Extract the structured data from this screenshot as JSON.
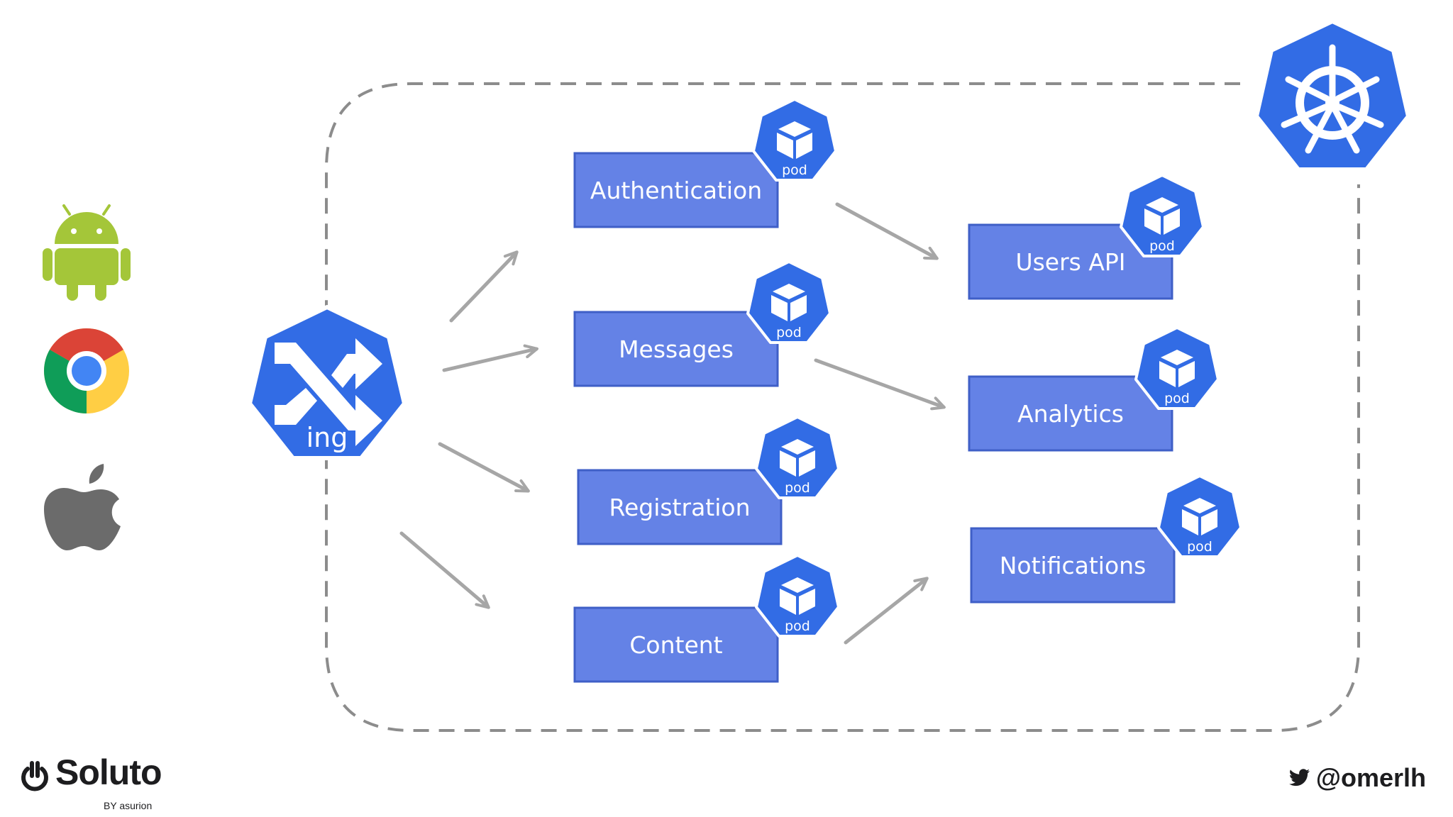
{
  "diagram": {
    "ingress": {
      "label": "ing",
      "icon": "ingress-shuffle-icon"
    },
    "services": [
      {
        "id": "auth",
        "label": "Authentication",
        "pod": "pod"
      },
      {
        "id": "messages",
        "label": "Messages",
        "pod": "pod"
      },
      {
        "id": "registration",
        "label": "Registration",
        "pod": "pod"
      },
      {
        "id": "content",
        "label": "Content",
        "pod": "pod"
      },
      {
        "id": "users",
        "label": "Users API",
        "pod": "pod"
      },
      {
        "id": "analytics",
        "label": "Analytics",
        "pod": "pod"
      },
      {
        "id": "notifications",
        "label": "Notifications",
        "pod": "pod"
      }
    ],
    "edges": [
      {
        "from": "ingress",
        "to": "auth"
      },
      {
        "from": "ingress",
        "to": "messages"
      },
      {
        "from": "ingress",
        "to": "registration"
      },
      {
        "from": "ingress",
        "to": "content"
      },
      {
        "from": "auth",
        "to": "users"
      },
      {
        "from": "messages",
        "to": "analytics"
      },
      {
        "from": "content",
        "to": "notifications"
      }
    ],
    "clients": [
      "android-icon",
      "chrome-icon",
      "apple-icon"
    ],
    "cluster_icon": "kubernetes-helm-icon"
  },
  "colors": {
    "service_fill": "#6482e6",
    "service_border": "#3f5fc7",
    "k8s_blue": "#326ce5",
    "arrow": "#a6a6a6",
    "boundary": "#8c8c8c"
  },
  "footer": {
    "brand": "Soluto",
    "brand_sub": "BY asurion",
    "handle": "@omerlh",
    "handle_icon": "twitter-bird-icon",
    "brand_icon": "power-icon"
  }
}
